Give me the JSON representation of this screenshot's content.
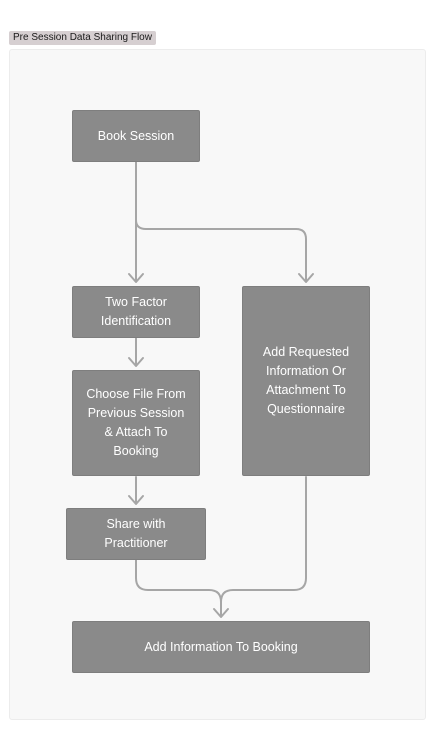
{
  "frame": {
    "label": "Pre Session Data Sharing Flow"
  },
  "nodes": {
    "book_session": "Book Session",
    "two_factor": "Two Factor\nIdentification",
    "add_requested": "Add Requested\nInformation Or\nAttachment To\nQuestionnaire",
    "choose_file": "Choose  File From\nPrevious Session\n& Attach To\nBooking",
    "share_practitioner": "Share with\nPractitioner",
    "add_info_booking": "Add Information To Booking"
  },
  "colors": {
    "node_fill": "#8a8a8a",
    "connector": "#a6a6a6",
    "label_bg": "#d6cfd1",
    "frame_bg": "#f8f8f8"
  }
}
